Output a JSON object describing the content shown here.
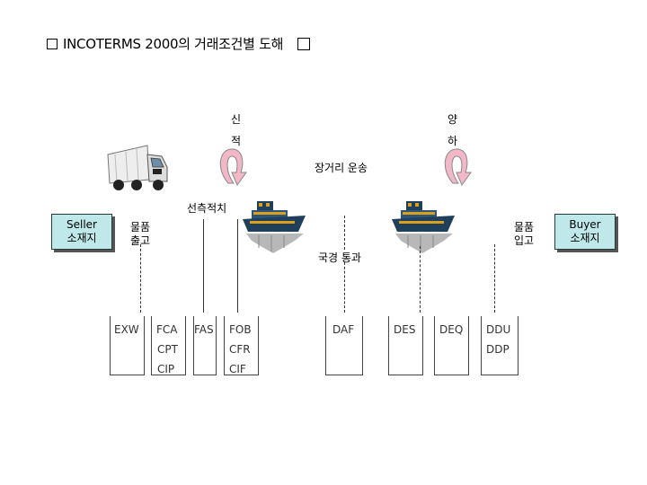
{
  "title": {
    "text": "INCOTERMS 2000의 거래조건별 도해"
  },
  "labels": {
    "sin": "신",
    "jeok": "적",
    "yang": "양",
    "ha": "하",
    "long_haul": "장거리 운송",
    "onboard": "선측적치",
    "export_1": "물품",
    "export_2": "출고",
    "border": "국경 통과",
    "import_1": "물품",
    "import_2": "입고"
  },
  "seller": {
    "line1": "Seller",
    "line2": "소재지"
  },
  "buyer": {
    "line1": "Buyer",
    "line2": "소재지"
  },
  "terms": {
    "exw": "EXW",
    "fca": "FCA",
    "cpt": "CPT",
    "cip": "CIP",
    "fas": "FAS",
    "fob": "FOB",
    "cfr": "CFR",
    "cif": "CIF",
    "daf": "DAF",
    "des": "DES",
    "deq": "DEQ",
    "ddu": "DDU",
    "ddp": "DDP"
  },
  "colors": {
    "box_fill": "#bfe8ea",
    "arrow_fill": "#f2b8c6",
    "ship_hull": "#1f3f5a",
    "ship_deck": "#d9a020"
  },
  "icons": [
    "truck-icon",
    "ship-icon",
    "curved-arrow-icon"
  ]
}
